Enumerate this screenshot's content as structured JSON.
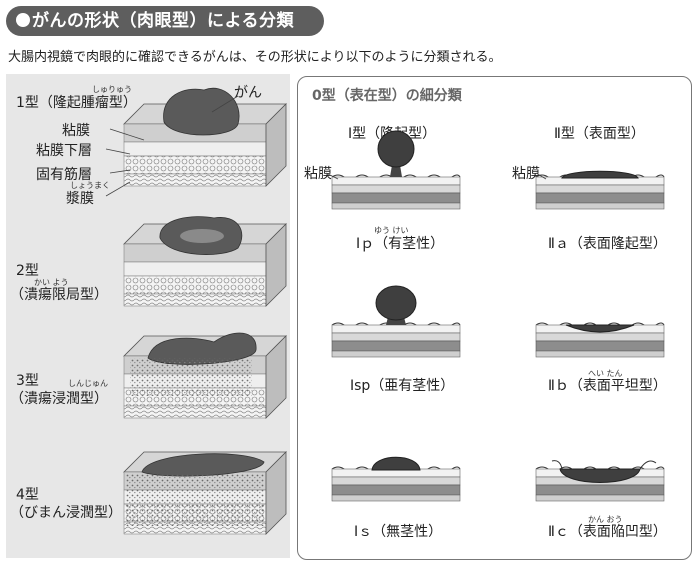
{
  "header": {
    "title": "がんの形状（肉眼型）による分類"
  },
  "intro": "大腸内視鏡で肉眼的に確認できるがんは、その形状により以下のように分類される。",
  "left_panel": {
    "cancer_label": "がん",
    "layers": {
      "mucosa": "粘膜",
      "submucosa": "粘膜下層",
      "muscularis": "固有筋層",
      "serosa": "漿膜",
      "serosa_ruby": "しょうまく"
    },
    "types": [
      {
        "id": "type1",
        "num": "1型",
        "name": "（隆起腫瘤型）",
        "ruby": "しゅりゅう"
      },
      {
        "id": "type2",
        "num": "2型",
        "name": "（潰瘍限局型）",
        "ruby": "かい よう"
      },
      {
        "id": "type3",
        "num": "3型",
        "name": "（潰瘍浸潤型）",
        "ruby": "しんじゅん"
      },
      {
        "id": "type4",
        "num": "4型",
        "name": "（びまん浸潤型）",
        "ruby": ""
      }
    ]
  },
  "right_panel": {
    "title": "0型（表在型）の細分類",
    "col1_header": "Ⅰ型（隆起型）",
    "col2_header": "Ⅱ型（表面型）",
    "mucosa_label": "粘膜",
    "items": [
      {
        "id": "ip",
        "label": "Ⅰｐ（有茎性）",
        "ruby": "ゆう けい"
      },
      {
        "id": "iia",
        "label": "Ⅱａ（表面隆起型）",
        "ruby": ""
      },
      {
        "id": "isp",
        "label": "Ⅰsp（亜有茎性）",
        "ruby": ""
      },
      {
        "id": "iib",
        "label": "Ⅱｂ（表面平坦型）",
        "ruby": "へい たん"
      },
      {
        "id": "is",
        "label": "Ⅰｓ（無茎性）",
        "ruby": ""
      },
      {
        "id": "iic",
        "label": "Ⅱｃ（表面陥凹型）",
        "ruby": "かん おう"
      }
    ]
  }
}
